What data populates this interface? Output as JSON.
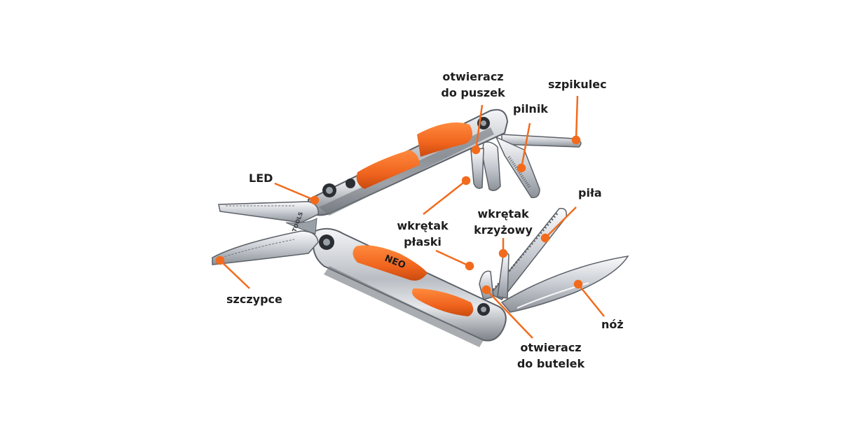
{
  "labels": {
    "can_opener": [
      "otwieracz",
      "do puszek"
    ],
    "awl": "szpikulec",
    "file": "pilnik",
    "led": "LED",
    "saw": "piła",
    "phillips_screwdriver": [
      "wkrętak",
      "krzyżowy"
    ],
    "flat_screwdriver": [
      "wkrętak",
      "płaski"
    ],
    "pliers": "szczypce",
    "knife": "nóż",
    "bottle_opener": [
      "otwieracz",
      "do butelek"
    ]
  },
  "brand": {
    "logo_text": "NEO",
    "logo_sub": "TOOLS"
  },
  "colors": {
    "accent": "#f26b1d",
    "handle_orange": "#f0641e",
    "steel": "#c9ccd1",
    "label_text": "#1e1e1e"
  }
}
